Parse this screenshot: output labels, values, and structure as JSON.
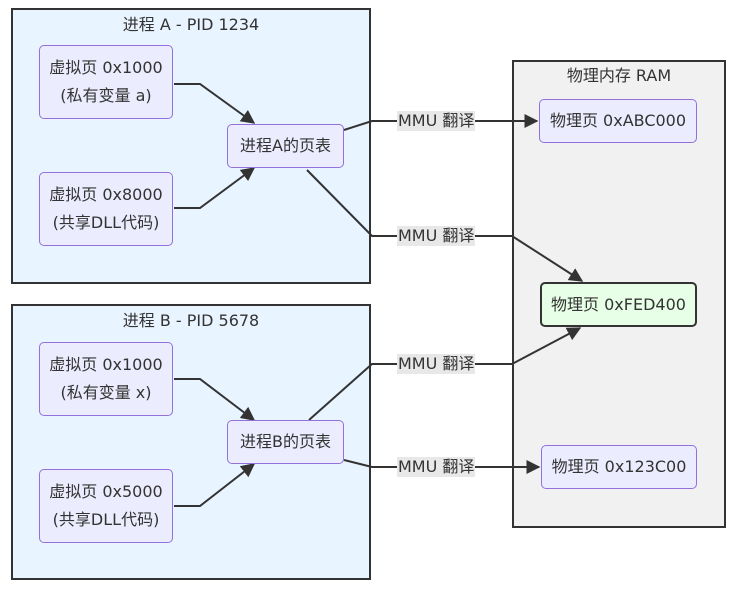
{
  "clusters": {
    "proc_a": {
      "title": "进程 A - PID 1234"
    },
    "proc_b": {
      "title": "进程 B - PID 5678"
    },
    "ram": {
      "title": "物理内存 RAM"
    }
  },
  "nodes": {
    "a_private": {
      "line1": "虚拟页 0x1000",
      "line2": "(私有变量 a)"
    },
    "a_shared": {
      "line1": "虚拟页 0x8000",
      "line2": "(共享DLL代码)"
    },
    "a_table": {
      "label": "进程A的页表"
    },
    "b_private": {
      "line1": "虚拟页 0x1000",
      "line2": "(私有变量 x)"
    },
    "b_shared": {
      "line1": "虚拟页 0x5000",
      "line2": "(共享DLL代码)"
    },
    "b_table": {
      "label": "进程B的页表"
    },
    "ram_abc": {
      "label": "物理页 0xABC000"
    },
    "ram_fed": {
      "label": "物理页 0xFED400"
    },
    "ram_123": {
      "label": "物理页 0x123C00"
    }
  },
  "edge_labels": {
    "a_to_abc": "MMU 翻译",
    "a_to_fed": "MMU 翻译",
    "b_to_fed": "MMU 翻译",
    "b_to_123": "MMU 翻译"
  },
  "colors": {
    "process_cluster_fill": "#e8f4ff",
    "ram_cluster_fill": "#f1f1f1",
    "node_fill": "#ECECFF",
    "node_border": "#9370DB",
    "shared_node_fill": "#e6ffe6",
    "edge": "#333333"
  }
}
